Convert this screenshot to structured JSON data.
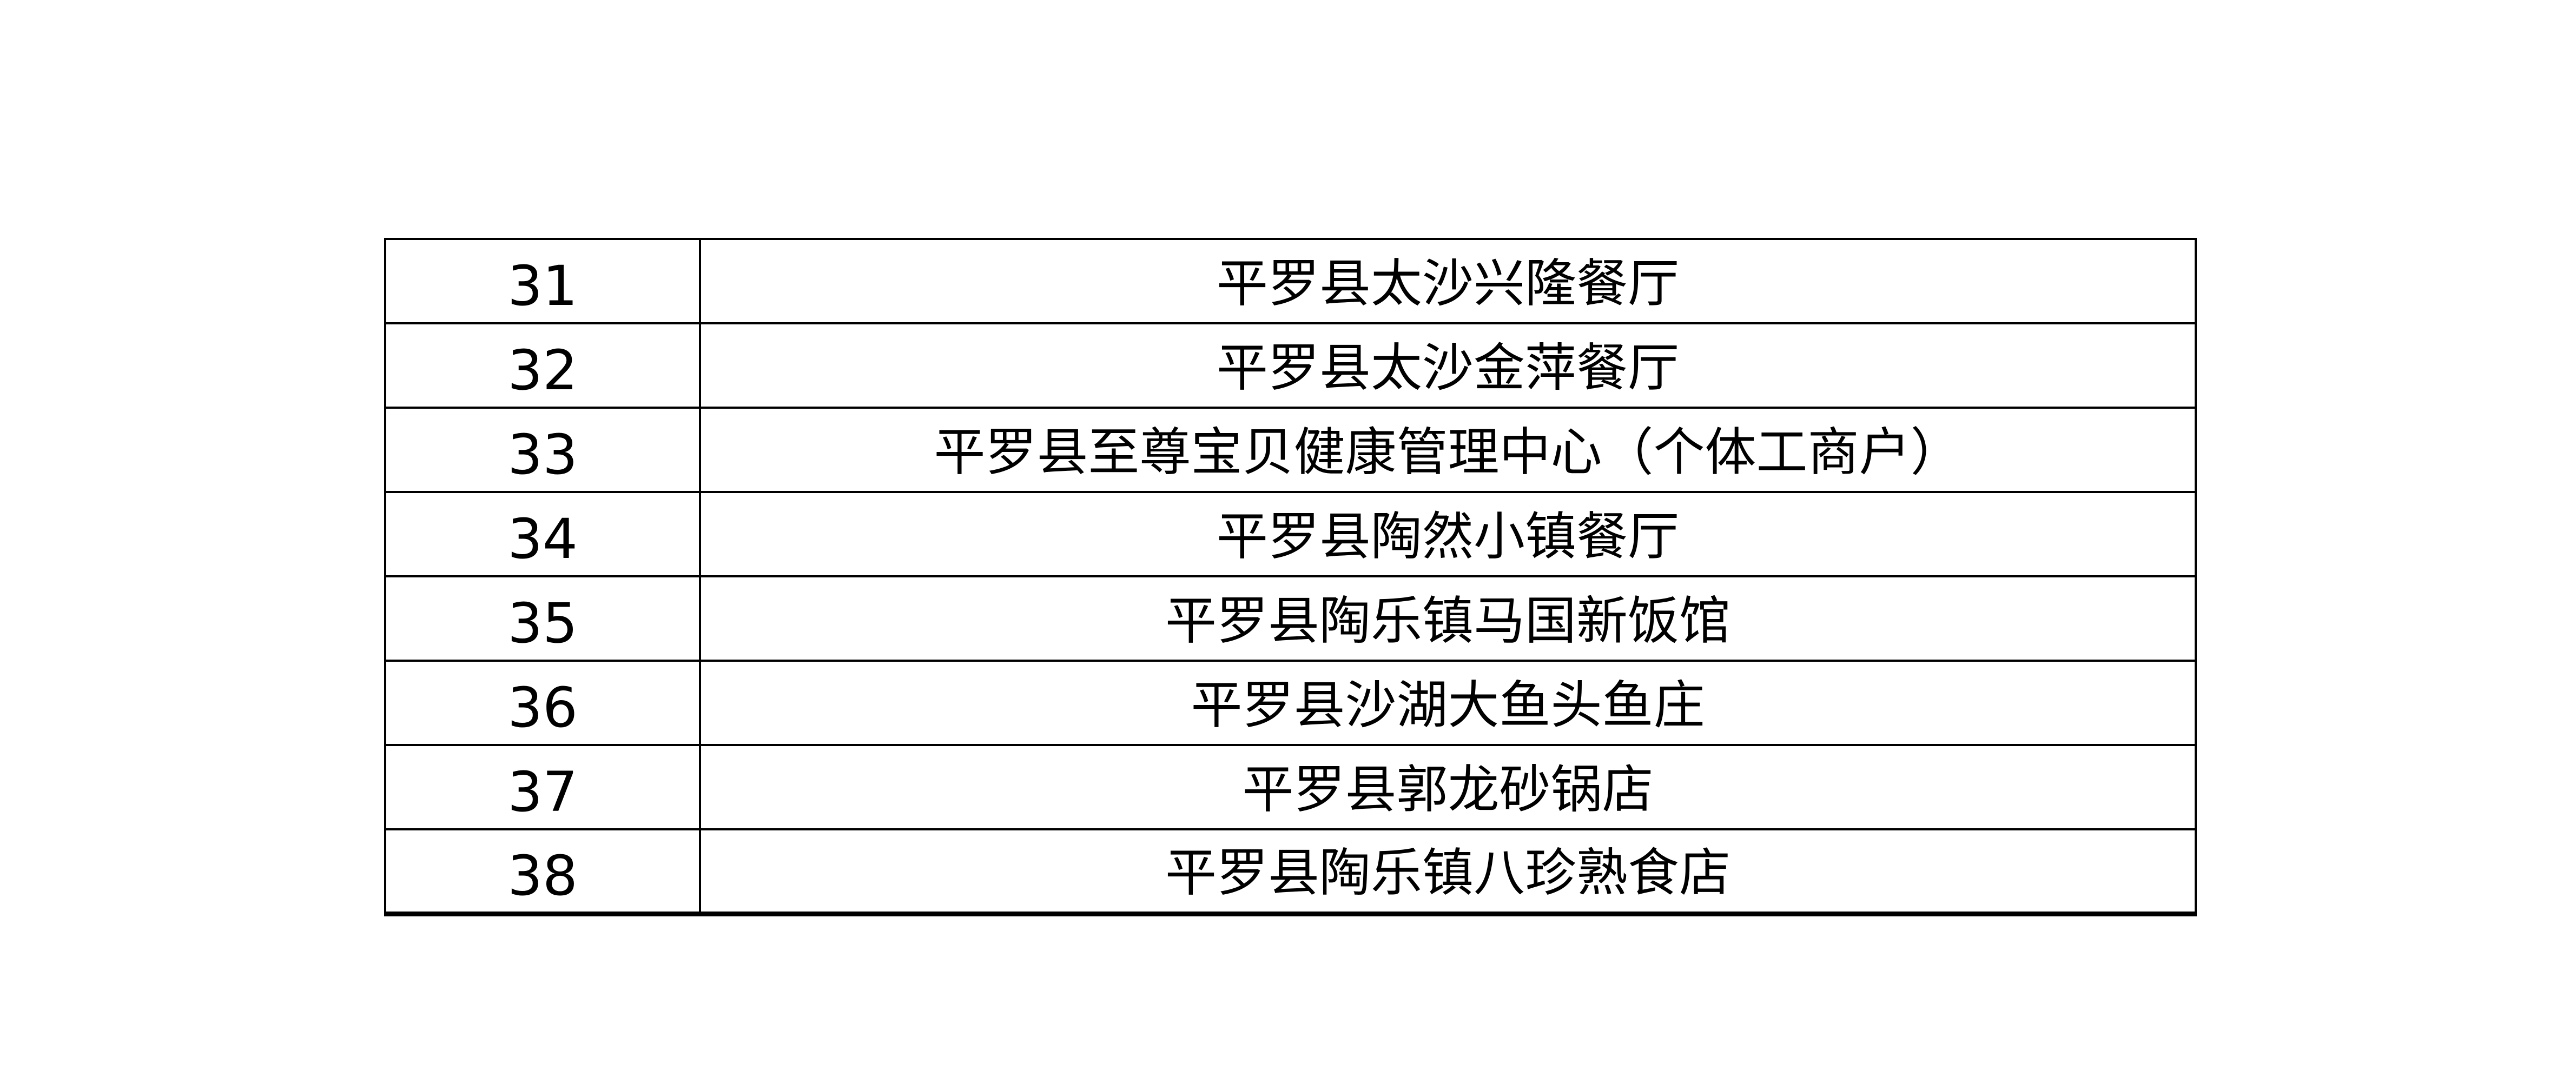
{
  "page": {
    "background_color": "#ffffff"
  },
  "table": {
    "border_color": "#000000",
    "text_color": "#000000",
    "rows": [
      {
        "no": "31",
        "name": "平罗县太沙兴隆餐厅"
      },
      {
        "no": "32",
        "name": "平罗县太沙金萍餐厅"
      },
      {
        "no": "33",
        "name": "平罗县至尊宝贝健康管理中心（个体工商户）"
      },
      {
        "no": "34",
        "name": "平罗县陶然小镇餐厅"
      },
      {
        "no": "35",
        "name": "平罗县陶乐镇马国新饭馆"
      },
      {
        "no": "36",
        "name": "平罗县沙湖大鱼头鱼庄"
      },
      {
        "no": "37",
        "name": "平罗县郭龙砂锅店"
      },
      {
        "no": "38",
        "name": "平罗县陶乐镇八珍熟食店"
      }
    ]
  }
}
